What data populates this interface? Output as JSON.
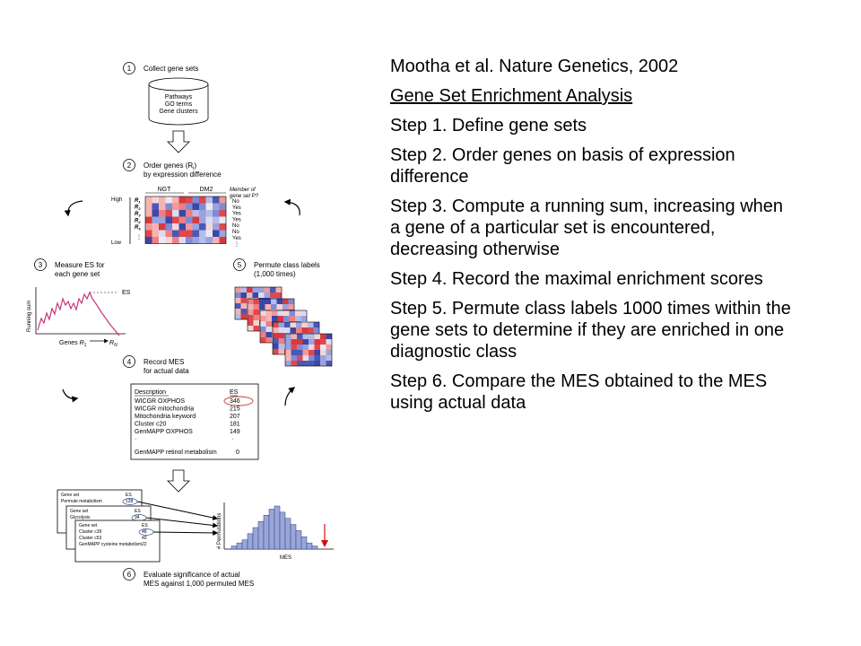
{
  "notes": {
    "citation": "Mootha et al. Nature Genetics, 2002",
    "title": "Gene Set Enrichment Analysis",
    "steps": [
      "Step 1.  Define gene sets",
      "Step 2.  Order genes on basis of expression difference",
      "Step 3.  Compute a running sum, increasing when a gene of a particular set is encountered, decreasing otherwise",
      "Step 4. Record the maximal enrichment scores",
      "Step 5.  Permute class labels 1000 times within the gene sets to determine if they are enriched in one diagnostic class",
      "Step 6.  Compare the MES obtained to the MES using actual data"
    ]
  },
  "figure": {
    "step1": {
      "num": "1",
      "label": "Collect gene sets",
      "cyl": [
        "Pathways",
        "GO terms",
        "Gene clusters"
      ]
    },
    "step2": {
      "num": "2",
      "label1": "Order genes (R",
      "label1_sub": "i",
      "label1_end": ")",
      "label2": "by expression difference",
      "ngt": "NGT",
      "dm2": "DM2",
      "member1": "Member of",
      "member2": "gene set P?",
      "high": "High",
      "low": "Low",
      "rows": [
        "R",
        "R",
        "R",
        "R",
        "R"
      ],
      "row_subs": [
        "1",
        "2",
        "3",
        "4",
        "5"
      ],
      "member_vals": [
        "No",
        "Yes",
        "Yes",
        "Yes",
        "No",
        "No",
        "Yes"
      ]
    },
    "step3": {
      "num": "3",
      "label1": "Measure ES for",
      "label2": "each gene set",
      "ylabel": "Running sum",
      "es": "ES",
      "genes": "Genes",
      "r1": "R",
      "r1_sub": "1",
      "rn": "R",
      "rn_sub": "N"
    },
    "step4": {
      "num": "4",
      "label1": "Record MES",
      "label2": "for actual data",
      "col_desc": "Description",
      "col_es": "ES",
      "rows": [
        {
          "desc": "WICGR OXPHOS",
          "es": "346"
        },
        {
          "desc": "WICGR mitochondria",
          "es": "215"
        },
        {
          "desc": "Mitochondria keyword",
          "es": "207"
        },
        {
          "desc": "Cluster c20",
          "es": "181"
        },
        {
          "desc": "GenMAPP OXPHOS",
          "es": "149"
        }
      ],
      "last": {
        "desc": "GenMAPP retinol metabolism",
        "es": "0"
      }
    },
    "step5": {
      "num": "5",
      "label1": "Permute class labels",
      "label2": "(1,000 times)"
    },
    "step6": {
      "num": "6",
      "label1": "Evaluate significance of actual",
      "label2": "MES against 1,000 permuted MES",
      "ylabel": "# Permutations",
      "xlabel": "MES",
      "table1": {
        "head": "Gene set",
        "es_head": "ES",
        "row1": "Permute metabolism",
        "val1": "128"
      },
      "table2": {
        "head": "Gene set",
        "es_head": "ES",
        "row1": "Glycolysis",
        "val1": "94"
      },
      "table3": {
        "head": "Gene set",
        "es_head": "ES",
        "rows": [
          "Cluster c39",
          "Cluster c53",
          "GenMAPP cysteine metabolism"
        ],
        "vals": [
          "48",
          "40",
          "22"
        ]
      },
      "hist_counts": [
        1,
        2,
        3,
        5,
        7,
        9,
        11,
        13,
        14,
        12,
        10,
        8,
        6,
        4,
        2,
        1
      ]
    }
  }
}
